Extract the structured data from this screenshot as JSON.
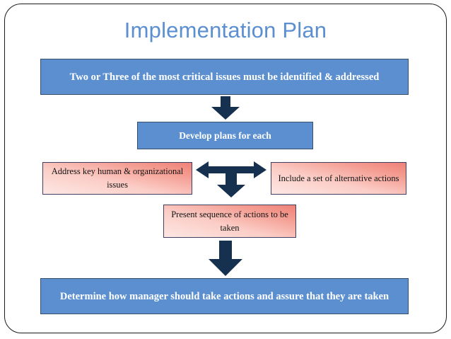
{
  "slide": {
    "title": "Implementation Plan",
    "title_color": "#5b8fd0",
    "background_color": "#ffffff",
    "border_color": "#1a1a1a"
  },
  "palette": {
    "blue_fill": "#5b8fd0",
    "blue_border": "#35506e",
    "blue_text": "#ffffff",
    "pink_fill_light": "#fde7e4",
    "pink_fill_dark": "#ef8178",
    "pink_border": "#3e3f63",
    "pink_text": "#131313",
    "arrow_color": "#16304f"
  },
  "flow": {
    "steps": [
      {
        "id": "critical-issues",
        "style": "blue",
        "text": "Two or Three of the most critical issues must be identified & addressed"
      },
      {
        "id": "develop-plans",
        "style": "blue",
        "text": "Develop plans for each"
      },
      {
        "id": "address-human",
        "style": "pink",
        "text": "Address key human & organizational issues"
      },
      {
        "id": "alternative-actions",
        "style": "pink",
        "text": "Include a set of alternative actions"
      },
      {
        "id": "present-sequence",
        "style": "pink",
        "text": "Present sequence of actions to be taken"
      },
      {
        "id": "determine-manager",
        "style": "blue",
        "text": "Determine how manager should take actions and assure that they are taken"
      }
    ],
    "connectors": [
      {
        "id": "arrow-down-top",
        "kind": "down-block-arrow",
        "from": "critical-issues",
        "to": "develop-plans"
      },
      {
        "id": "arrow-tri",
        "kind": "left-right-down-arrow",
        "from": "develop-plans",
        "to": "address-human / alternative-actions / present-sequence"
      },
      {
        "id": "arrow-down-bottom",
        "kind": "down-block-arrow",
        "from": "present-sequence",
        "to": "determine-manager"
      }
    ]
  }
}
